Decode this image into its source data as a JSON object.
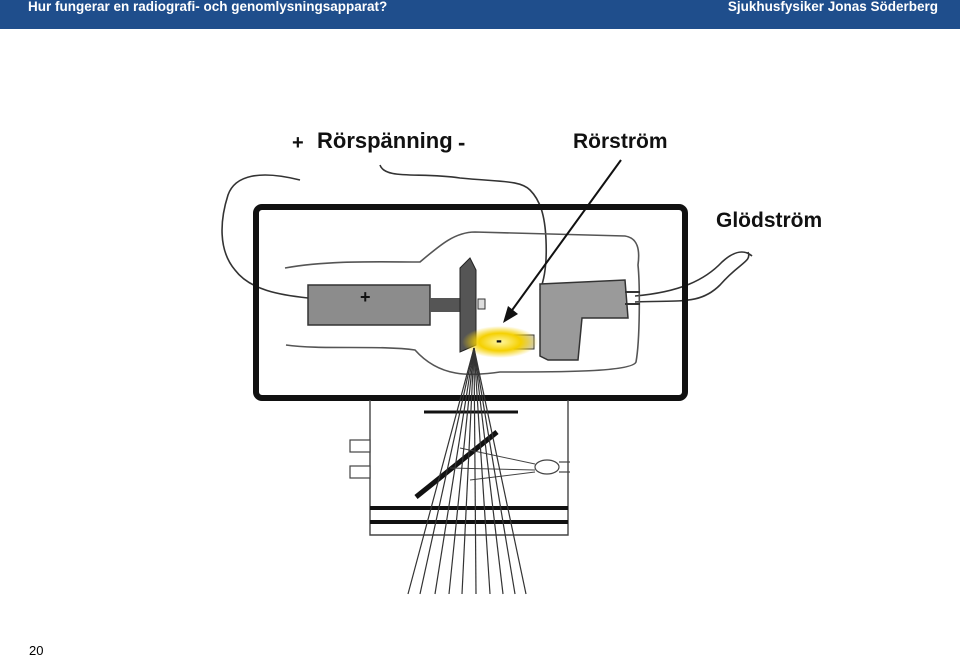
{
  "header": {
    "title": "Hur fungerar en radiografi- och genomlysningsapparat?",
    "author": "Sjukhusfysiker Jonas Söderberg",
    "background": "#1f4e8c"
  },
  "diagram": {
    "label_plus": "+",
    "label_tube_voltage": "Rörspänning",
    "label_minus": "-",
    "label_tube_current": "Rörström",
    "label_filament_current": "Glödström",
    "anode_sign": "+",
    "cathode_sign": "-",
    "focal_color": "#f5d000"
  },
  "footer": {
    "page_number": "20"
  }
}
